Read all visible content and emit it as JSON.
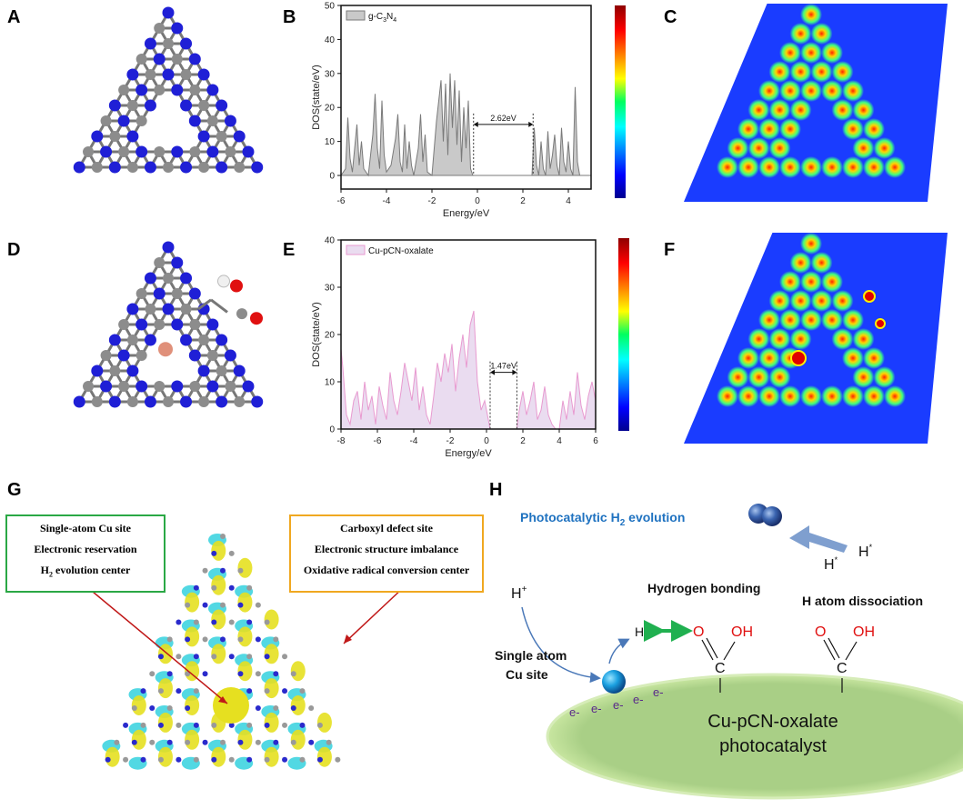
{
  "panels": {
    "a": "A",
    "b": "B",
    "c": "C",
    "d": "D",
    "e": "E",
    "f": "F",
    "g": "G",
    "h": "H"
  },
  "colors": {
    "nitrogen": "#1f1fd6",
    "carbon": "#8c8c8c",
    "copper": "#e0907a",
    "oxygen": "#e01010",
    "hydrogen": "#f0f0f0",
    "cyan_lobe": "#3fd4e0",
    "yellow_lobe": "#e6e020",
    "ellipse": "#a9cf86",
    "title_blue": "#1f72c0",
    "green_box": "#2aa845",
    "orange_box": "#f0a820",
    "dark_red": "#b01818"
  },
  "chart_data": [
    {
      "type": "area",
      "panel": "B",
      "legend": "g-C3N4",
      "xlabel": "Energy/eV",
      "ylabel": "DOS(state/eV)",
      "xlim": [
        -6,
        5
      ],
      "ylim": [
        -4,
        50
      ],
      "xticks": [
        "-6",
        "-4",
        "-2",
        "0",
        "2",
        "4"
      ],
      "yticks": [
        "0",
        "10",
        "20",
        "30",
        "40",
        "50"
      ],
      "annotation": "2.62eV",
      "gap": [
        -0.17,
        2.45
      ],
      "x": [
        -6,
        -5.8,
        -5.7,
        -5.6,
        -5.5,
        -5.3,
        -5.2,
        -5.1,
        -5.0,
        -4.8,
        -4.6,
        -4.5,
        -4.4,
        -4.3,
        -4.2,
        -4.1,
        -4.0,
        -3.8,
        -3.6,
        -3.5,
        -3.4,
        -3.3,
        -3.2,
        -3.1,
        -3.0,
        -2.9,
        -2.8,
        -2.6,
        -2.5,
        -2.4,
        -2.3,
        -2.2,
        -2.0,
        -1.8,
        -1.6,
        -1.5,
        -1.4,
        -1.3,
        -1.2,
        -1.1,
        -1.0,
        -0.9,
        -0.8,
        -0.7,
        -0.6,
        -0.5,
        -0.4,
        -0.3,
        -0.2,
        0.0,
        2.4,
        2.5,
        2.6,
        2.7,
        2.8,
        2.9,
        3.0,
        3.1,
        3.2,
        3.3,
        3.4,
        3.5,
        3.6,
        3.7,
        3.8,
        3.9,
        4.0,
        4.1,
        4.2,
        4.3,
        4.4,
        4.5,
        5.0
      ],
      "values": [
        0,
        2,
        17,
        5,
        1,
        15,
        3,
        10,
        2,
        0,
        12,
        24,
        8,
        2,
        22,
        6,
        1,
        3,
        11,
        18,
        4,
        1,
        15,
        2,
        10,
        3,
        0,
        8,
        18,
        4,
        12,
        1,
        0,
        16,
        28,
        10,
        27,
        6,
        30,
        14,
        28,
        9,
        25,
        4,
        20,
        8,
        22,
        2,
        0,
        0,
        0,
        14,
        3,
        0,
        10,
        2,
        0,
        13,
        2,
        6,
        12,
        3,
        0,
        14,
        4,
        1,
        10,
        2,
        0,
        26,
        4,
        0,
        0
      ]
    },
    {
      "type": "area",
      "panel": "E",
      "legend": "Cu-pCN-oxalate",
      "xlabel": "Energy/eV",
      "ylabel": "DOS(state/eV)",
      "xlim": [
        -8,
        6
      ],
      "ylim": [
        0,
        40
      ],
      "xticks": [
        "-8",
        "-6",
        "-4",
        "-2",
        "0",
        "2",
        "4",
        "6"
      ],
      "yticks": [
        "0",
        "10",
        "20",
        "30",
        "40"
      ],
      "annotation": "1.47eV",
      "gap": [
        0.2,
        1.67
      ],
      "x": [
        -8,
        -7.9,
        -7.7,
        -7.5,
        -7.3,
        -7.1,
        -6.9,
        -6.7,
        -6.5,
        -6.3,
        -6.1,
        -5.9,
        -5.7,
        -5.5,
        -5.3,
        -5.1,
        -4.9,
        -4.7,
        -4.5,
        -4.3,
        -4.1,
        -3.9,
        -3.7,
        -3.5,
        -3.3,
        -3.1,
        -2.9,
        -2.7,
        -2.5,
        -2.3,
        -2.1,
        -1.9,
        -1.7,
        -1.5,
        -1.3,
        -1.1,
        -0.9,
        -0.7,
        -0.5,
        -0.3,
        -0.1,
        0.1,
        0.2,
        1.67,
        1.8,
        2.0,
        2.2,
        2.4,
        2.6,
        2.8,
        3.0,
        3.2,
        3.4,
        3.6,
        3.8,
        4.0,
        4.2,
        4.4,
        4.6,
        4.8,
        5.0,
        5.2,
        5.4,
        5.6,
        5.8,
        6.0
      ],
      "values": [
        17,
        13,
        3,
        1,
        6,
        8,
        2,
        10,
        4,
        7,
        1,
        9,
        5,
        2,
        12,
        6,
        3,
        8,
        14,
        10,
        6,
        13,
        4,
        9,
        3,
        1,
        7,
        14,
        10,
        16,
        12,
        18,
        8,
        15,
        20,
        13,
        22,
        25,
        10,
        4,
        6,
        2,
        0,
        0,
        4,
        8,
        3,
        6,
        10,
        2,
        4,
        9,
        3,
        1,
        0,
        0,
        6,
        2,
        8,
        3,
        12,
        5,
        2,
        7,
        10,
        6
      ]
    }
  ],
  "panel_g": {
    "left_box": [
      "Single-atom Cu site",
      "Electronic reservation",
      "H2 evolution center"
    ],
    "right_box": [
      "Carboxyl defect site",
      "Electronic structure imbalance",
      "Oxidative radical conversion center"
    ]
  },
  "panel_h": {
    "title": "Photocatalytic  H2 evolution",
    "hplus": "H+",
    "hdot1": "H*",
    "hdot2": "H*",
    "hdot3": "H*",
    "hydrogen_bonding": "Hydrogen bonding",
    "h_atom_dissociation": "H atom dissociation",
    "single_atom": "Single atom",
    "cu_site": "Cu site",
    "electrons": [
      "e-",
      "e-",
      "e-",
      "e-",
      "e-"
    ],
    "catalyst1": "Cu-pCN-oxalate",
    "catalyst2": "photocatalyst",
    "o_label": "O",
    "oh_label": "OH",
    "c_label": "C"
  }
}
